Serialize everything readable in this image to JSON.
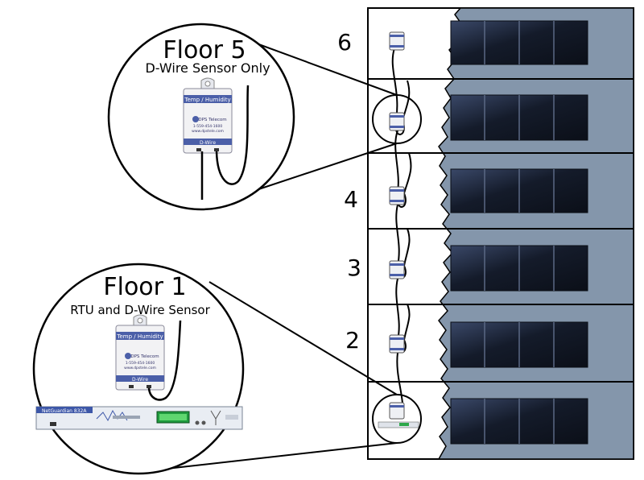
{
  "floor_numbers": {
    "f2": "2",
    "f3": "3",
    "f4": "4",
    "f6": "6"
  },
  "callout_floor5": {
    "title": "Floor 5",
    "subtitle": "D-Wire Sensor Only"
  },
  "callout_floor1": {
    "title": "Floor 1",
    "subtitle": "RTU and D-Wire Sensor"
  },
  "sensor": {
    "header": "Temp / Humidity",
    "brand": "DPS Telecom",
    "phone": "1-559-454-1600",
    "web": "www.dpstele.com",
    "model": "D-Wire"
  },
  "rtu": {
    "name": "NetGuardian 832A"
  },
  "colors": {
    "building_facade": "#8496ab",
    "window": "#1a2233",
    "sensor_band": "#4b5fa8"
  }
}
